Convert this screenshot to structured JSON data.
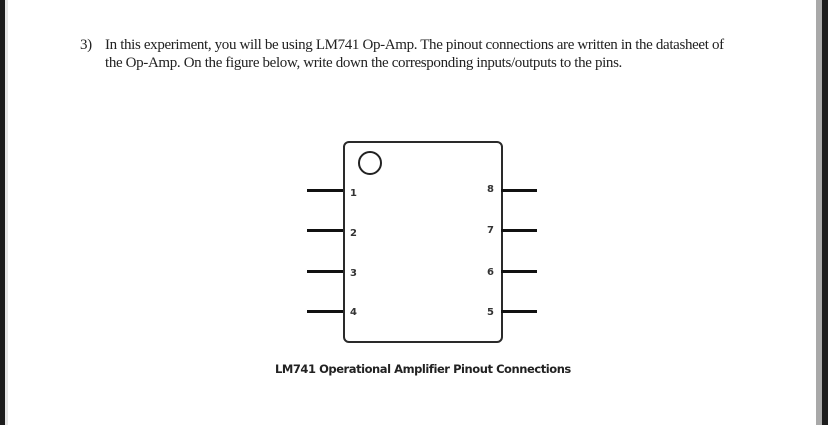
{
  "question": {
    "number": "3)",
    "line1": "In this experiment, you will be using LM741 Op-Amp. The pinout connections are written in the datasheet of",
    "line2": "the Op-Amp. On the figure below, write down the corresponding inputs/outputs to the pins."
  },
  "figure": {
    "caption": "LM741 Operational Amplifier Pinout Connections",
    "left_pins": [
      "1",
      "2",
      "3",
      "4"
    ],
    "right_pins": [
      "8",
      "7",
      "6",
      "5"
    ]
  }
}
